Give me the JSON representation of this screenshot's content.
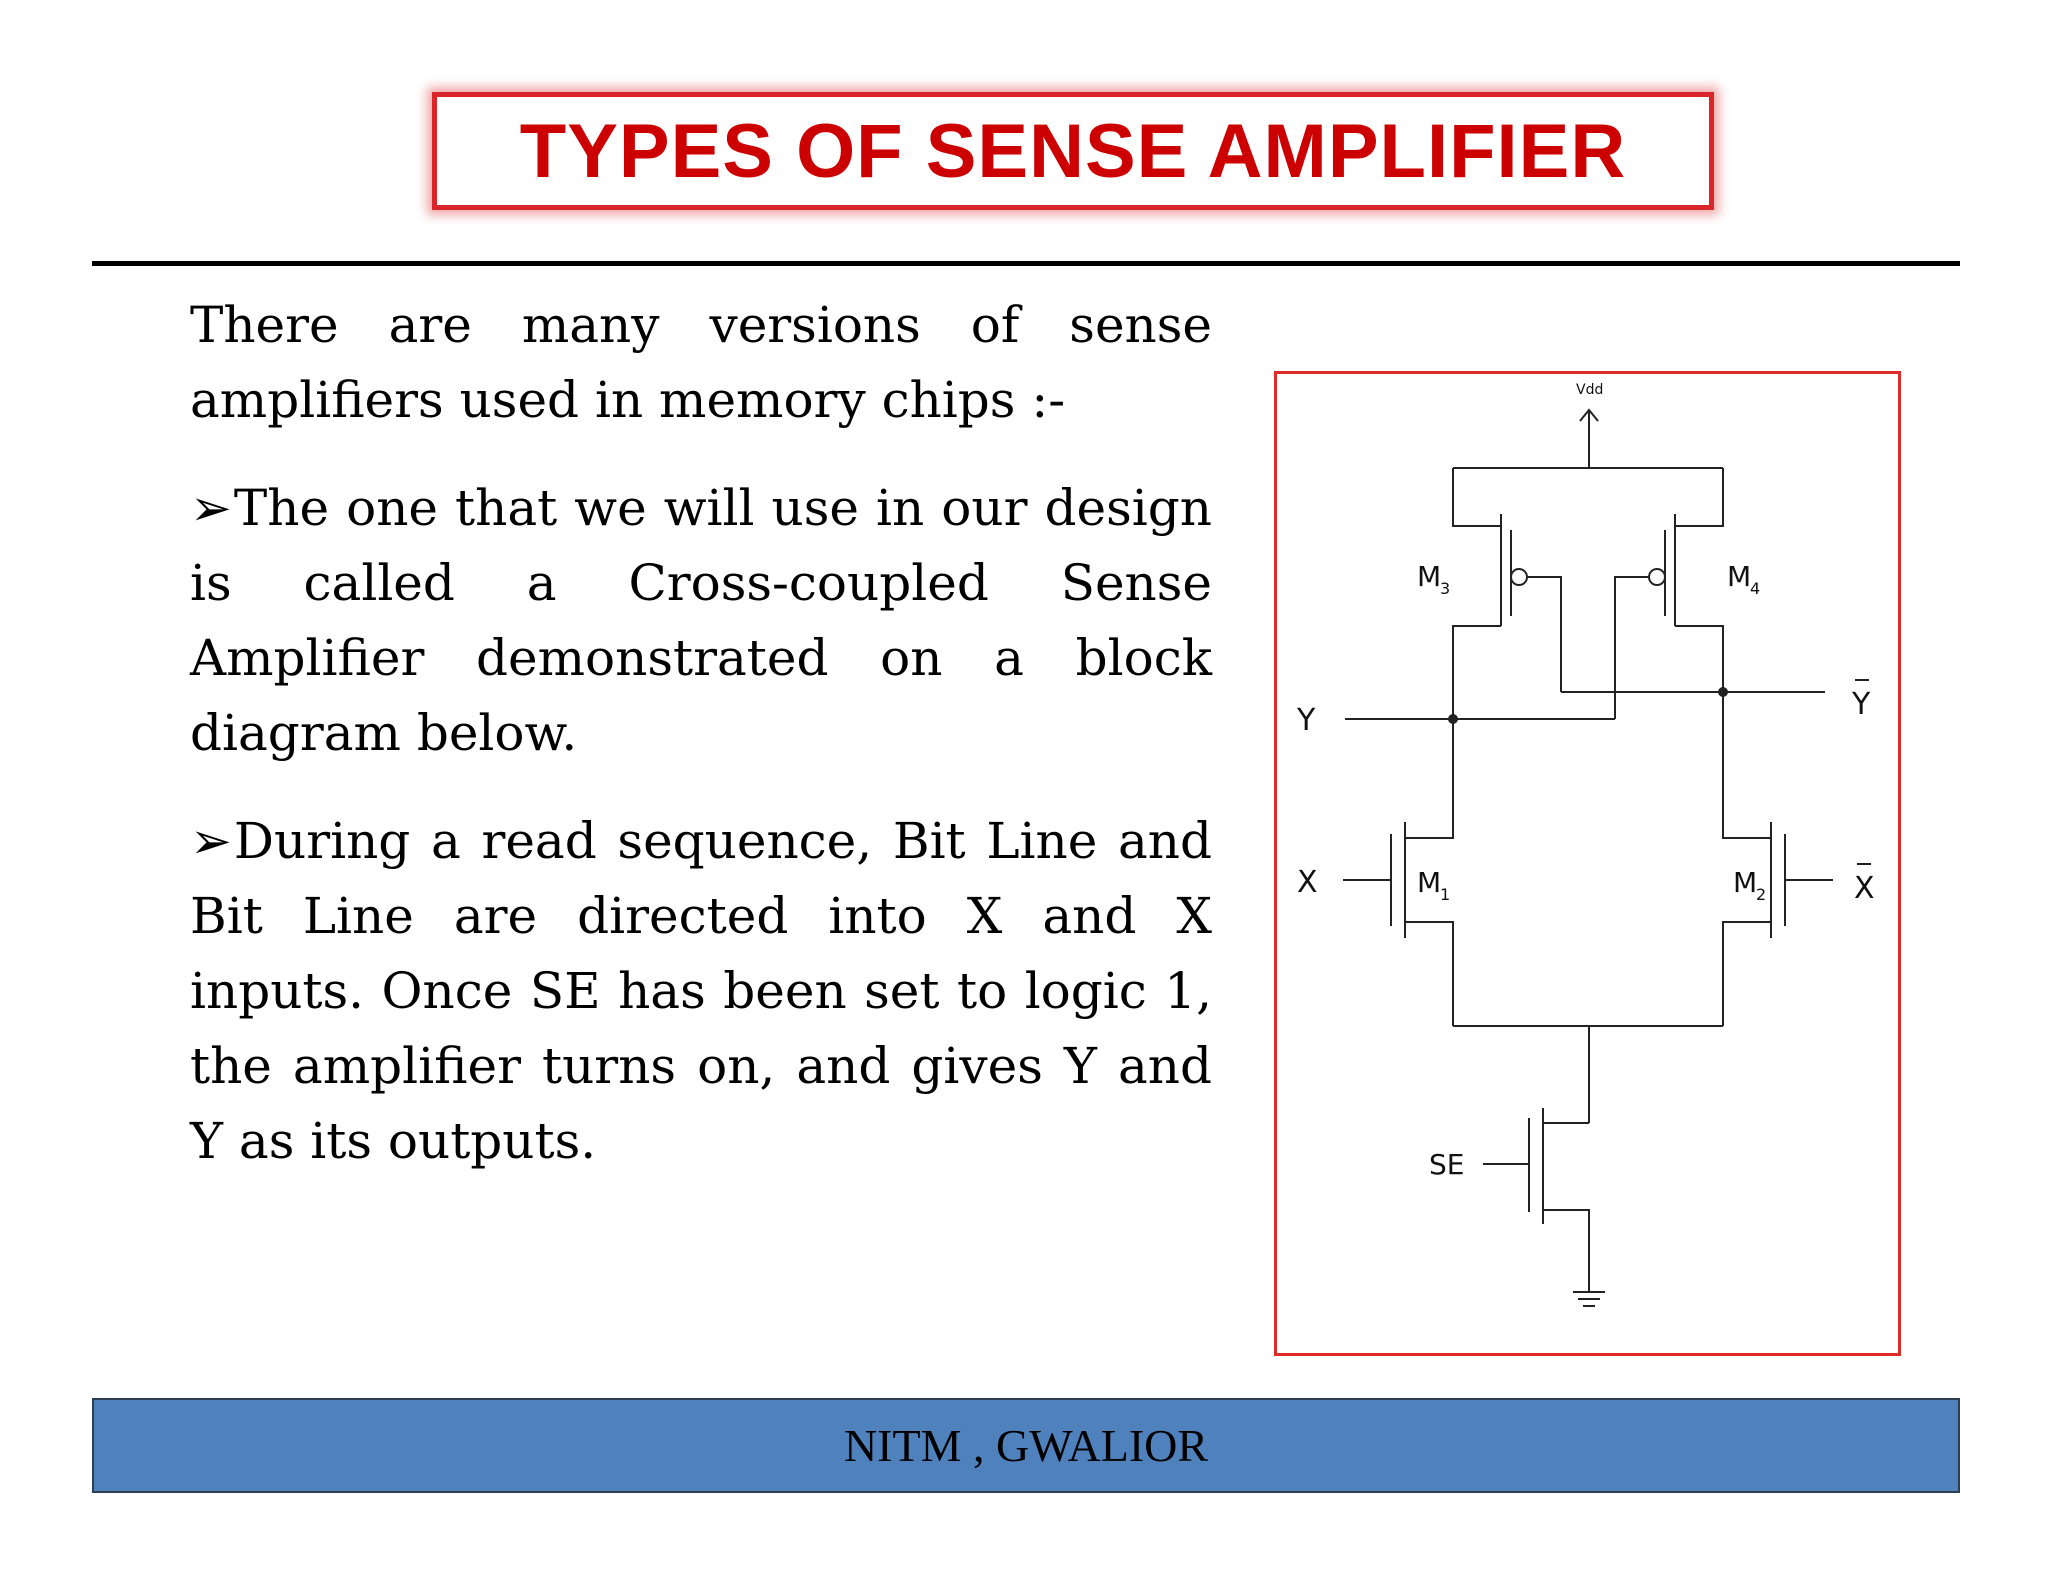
{
  "slide": {
    "title": "TYPES OF SENSE AMPLIFIER",
    "paragraph_intro": "There are many versions of sense amplifiers used in memory chips :-",
    "bullet_marker": "➢",
    "bullet_1": "The one that we will use in our design is called a Cross-coupled Sense Amplifier demonstrated on a block diagram below.",
    "bullet_2": "During a read sequence, Bit Line and Bit Line are directed into X and X inputs.  Once SE has been set to logic 1, the amplifier turns on, and gives Y and Y as its outputs."
  },
  "diagram": {
    "vdd_label": "Vdd",
    "m3_label": "M",
    "m3_sub": "3",
    "m4_label": "M",
    "m4_sub": "4",
    "m1_label": "M",
    "m1_sub": "1",
    "m2_label": "M",
    "m2_sub": "2",
    "y_label": "Y",
    "y_bar_label": "Y",
    "x_label": "X",
    "x_bar_label": "X",
    "se_label": "SE"
  },
  "footer": {
    "text": "NITM , GWALIOR"
  },
  "colors": {
    "title_red": "#cc0000",
    "frame_red": "#e02a2a",
    "footer_blue": "#4f81bd"
  }
}
